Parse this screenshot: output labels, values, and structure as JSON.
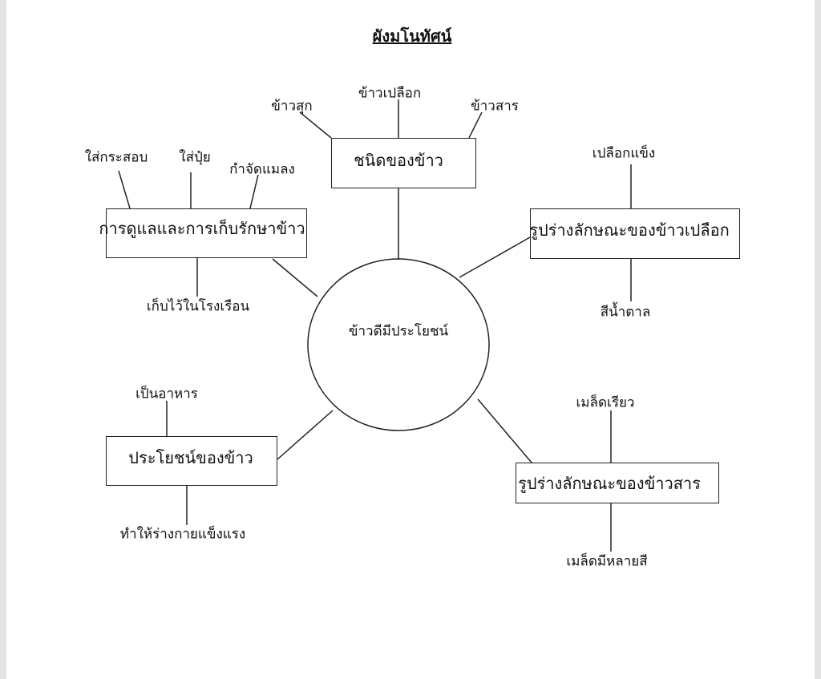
{
  "title": "ผังมโนทัศน์",
  "center": "ข้าวดีมีประโยชน์",
  "branches": {
    "types": {
      "label": "ชนิดของข้าว",
      "items": [
        "ข้าวสุก",
        "ข้าวเปลือก",
        "ข้าวสาร"
      ]
    },
    "care": {
      "label": "การดูแลและการเก็บรักษาข้าว",
      "items": [
        "ใส่กระสอบ",
        "ใส่ปุ๋ย",
        "กำจัดแมลง",
        "เก็บไว้ในโรงเรือน"
      ]
    },
    "paddy": {
      "label": "รูปร่างลักษณะของข้าวเปลือก",
      "items": [
        "เปลือกแข็ง",
        "สีน้ำตาล"
      ]
    },
    "benefits": {
      "label": "ประโยชน์ของข้าว",
      "items": [
        "เป็นอาหาร",
        "ทำให้ร่างกายแข็งแรง"
      ]
    },
    "milled": {
      "label": "รูปร่างลักษณะของข้าวสาร",
      "items": [
        "เมล็ดเรียว",
        "เมล็ดมีหลายสี"
      ]
    }
  }
}
